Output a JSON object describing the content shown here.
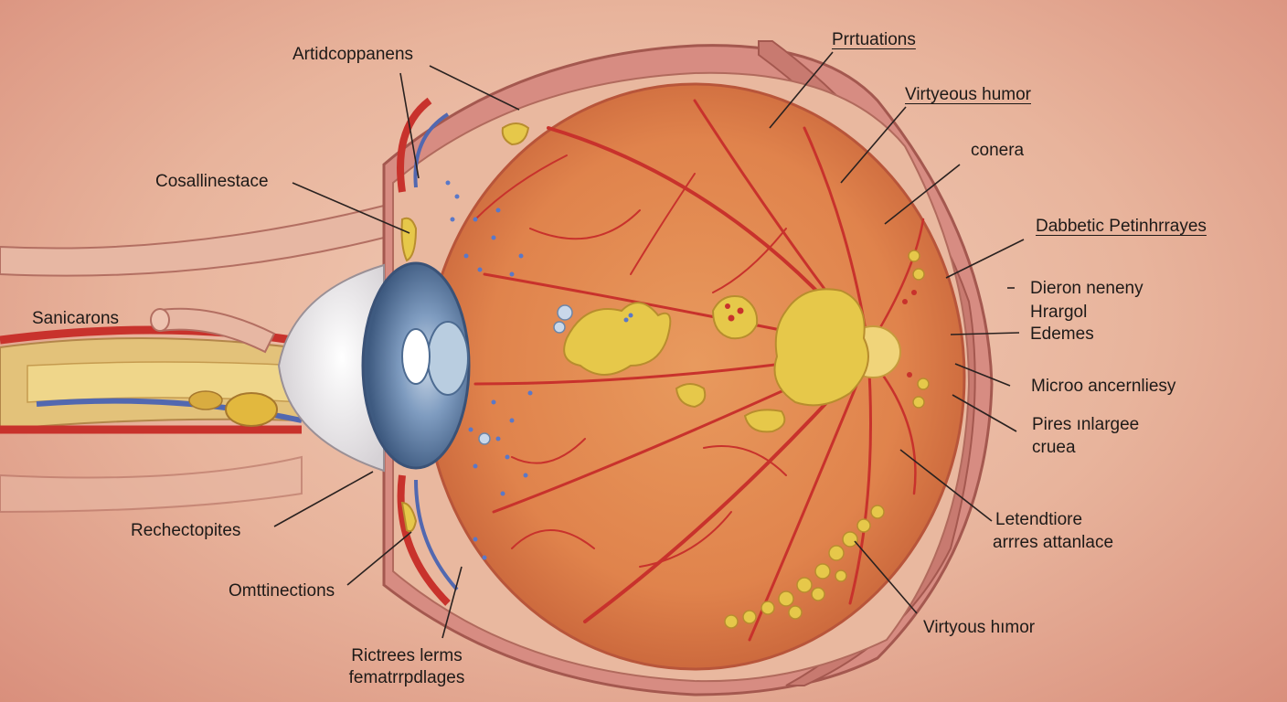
{
  "colors": {
    "background": "#eab8a1",
    "sclera": "#d78c82",
    "retina": "#e28a52",
    "vessel": "#c8322c",
    "exudate": "#e6c84a",
    "iris": "#6e8fb4",
    "leader_line": "#2a2220"
  },
  "labels": {
    "artid": "Artidcoppanens",
    "prrtuations": "Prrtuations",
    "virtyeous": "Virtyeous humor",
    "conera": "conera",
    "cosallinestace": "Cosallinestace",
    "dabbetic": "Dabbetic Petinhrrayes",
    "dieron": "Dieron neneny",
    "hrargol": "Hrargol",
    "edemes": "Edemes",
    "sanicarons": "Sanicarons",
    "microo": "Microo ancernliesy",
    "pires_1": "Pires ınlargee",
    "pires_2": "cruea",
    "lete_1": "Letendtiore",
    "lete_2": "arrres attanlace",
    "rechectopites": "Rechectopites",
    "omttinections": "Omttinections",
    "virtyous_bottom": "Virtyous hımor",
    "rictrees_1": "Rictrees lerms",
    "rictrees_2": "fematrrpdlages"
  }
}
